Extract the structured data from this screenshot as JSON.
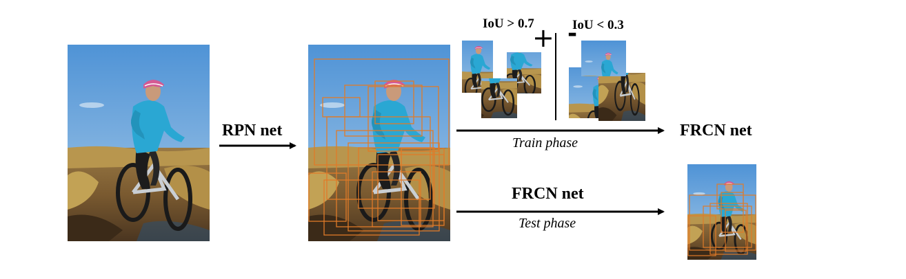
{
  "labels": {
    "rpn_net": "RPN net",
    "frcn_net_train": "FRCN net",
    "frcn_net_test": "FRCN net",
    "train_phase": "Train phase",
    "test_phase": "Test phase",
    "iou_positive": "IoU > 0.7",
    "iou_negative": "IoU < 0.3",
    "plus_sign": "+",
    "minus_sign": "-"
  },
  "colors": {
    "sky": "#6fa7dc",
    "ground": "#8a6b3c",
    "grass": "#a9883f",
    "jacket": "#27a6cf",
    "helmet": "#d04f8a",
    "box_orange": "#e07b28",
    "arrow": "#000000"
  }
}
